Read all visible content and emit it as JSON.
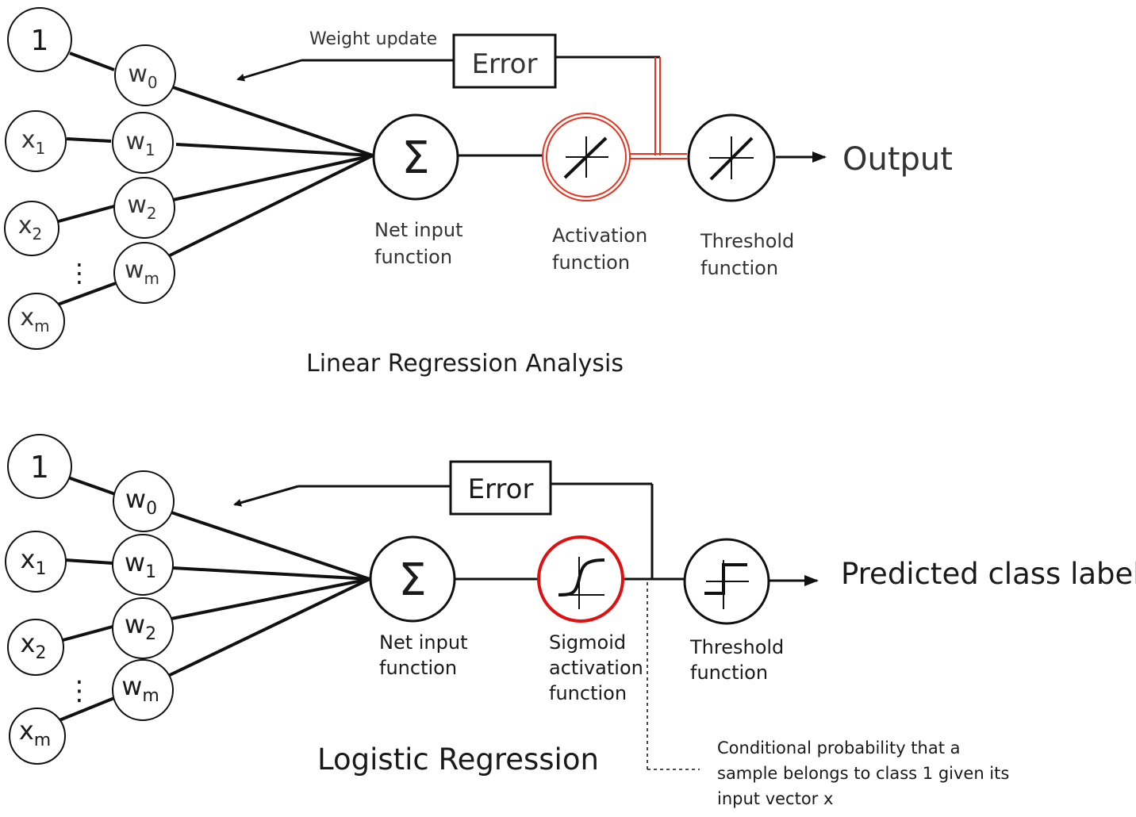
{
  "top": {
    "inputs": {
      "bias": "1",
      "x1": {
        "base": "x",
        "sub": "1"
      },
      "x2": {
        "base": "x",
        "sub": "2"
      },
      "xm": {
        "base": "x",
        "sub": "m"
      }
    },
    "weights": {
      "w0": {
        "base": "w",
        "sub": "0"
      },
      "w1": {
        "base": "w",
        "sub": "1"
      },
      "w2": {
        "base": "w",
        "sub": "2"
      },
      "wm": {
        "base": "w",
        "sub": "m"
      }
    },
    "dots": "⋮",
    "sum_symbol": "Σ",
    "error_label": "Error",
    "weight_update_label": "Weight update",
    "net_input_label": [
      "Net input",
      "function"
    ],
    "activation_label": [
      "Activation",
      "function"
    ],
    "threshold_label": [
      "Threshold",
      "function"
    ],
    "output_label": "Output",
    "title": "Linear Regression Analysis",
    "accent_color": "#e8321e"
  },
  "bottom": {
    "inputs": {
      "bias": "1",
      "x1": {
        "base": "x",
        "sub": "1"
      },
      "x2": {
        "base": "x",
        "sub": "2"
      },
      "xm": {
        "base": "x",
        "sub": "m"
      }
    },
    "weights": {
      "w0": {
        "base": "w",
        "sub": "0"
      },
      "w1": {
        "base": "w",
        "sub": "1"
      },
      "w2": {
        "base": "w",
        "sub": "2"
      },
      "wm": {
        "base": "w",
        "sub": "m"
      }
    },
    "dots": "⋮",
    "sum_symbol": "Σ",
    "error_label": "Error",
    "net_input_label": [
      "Net input",
      "function"
    ],
    "sigmoid_label": [
      "Sigmoid",
      "activation",
      "function"
    ],
    "threshold_label": [
      "Threshold",
      "function"
    ],
    "output_label": "Predicted class label",
    "title": "Logistic Regression",
    "note_label": [
      "Conditional probability that a",
      "sample belongs to class 1 given its",
      "input vector x"
    ],
    "accent_color": "#e01010"
  }
}
